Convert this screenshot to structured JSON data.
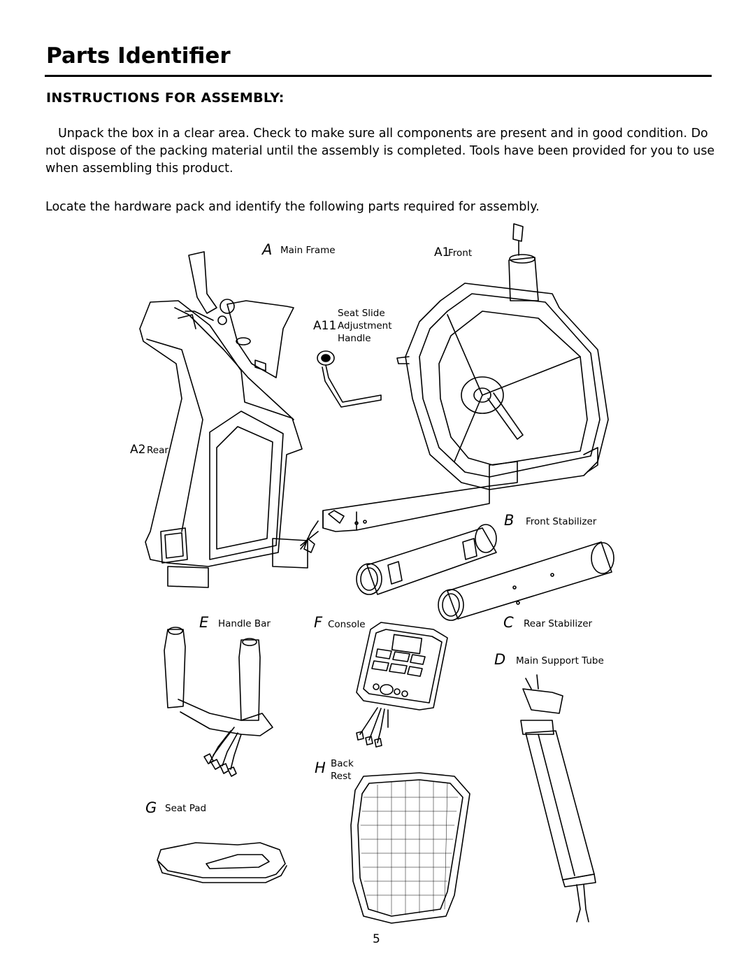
{
  "page": {
    "title": "Parts Identifier",
    "section_heading": "INSTRUCTIONS FOR ASSEMBLY:",
    "paragraph_1": "Unpack the box in a clear area. Check to make sure all components are present and in good condition.  Do not dispose of the packing material until the assembly is completed.  Tools have been provided for you to use when assembling this product.",
    "paragraph_2": "Locate the hardware pack and identify the following parts required for assembly.",
    "page_number": "5"
  },
  "parts": {
    "a": {
      "letter": "A",
      "name": "Main Frame"
    },
    "a1": {
      "code": "A1",
      "name": "Front"
    },
    "a11": {
      "code": "A11",
      "name_line1": "Seat Slide",
      "name_line2": "Adjustment",
      "name_line3": "Handle"
    },
    "a2": {
      "code": "A2",
      "name": "Rear"
    },
    "b": {
      "letter": "B",
      "name": "Front Stabilizer"
    },
    "c": {
      "letter": "C",
      "name": "Rear Stabilizer"
    },
    "d": {
      "letter": "D",
      "name": "Main Support Tube"
    },
    "e": {
      "letter": "E",
      "name": "Handle Bar"
    },
    "f": {
      "letter": "F",
      "name": "Console"
    },
    "g": {
      "letter": "G",
      "name": "Seat Pad"
    },
    "h": {
      "letter": "H",
      "name_line1": "Back",
      "name_line2": "Rest"
    }
  }
}
